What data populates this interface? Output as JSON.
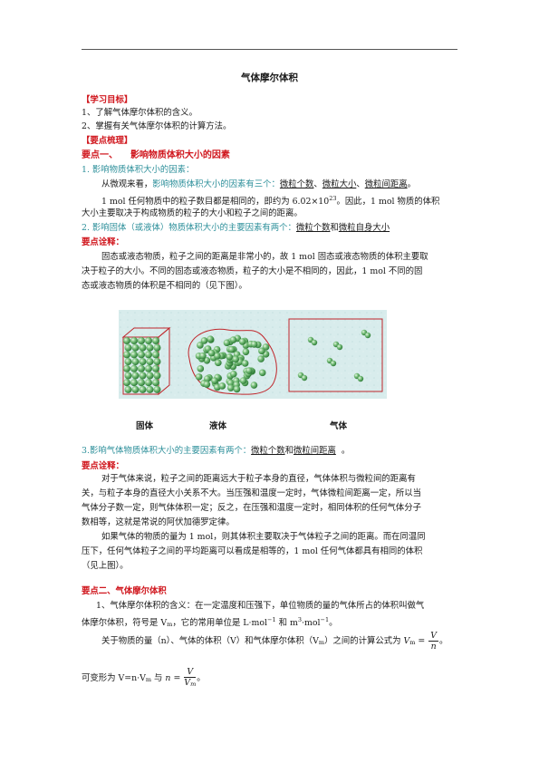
{
  "title": "气体摩尔体积",
  "sec_study_goal": "【学习目标】",
  "goal_1": "1、了解气体摩尔体积的含义。",
  "goal_2": "2、掌握有关气体摩尔体积的计算方法。",
  "sec_key_points": "【要点梳理】",
  "kp1": {
    "label": "要点一、",
    "title": "影响物质体积大小的因素"
  },
  "p1_heading": "1. 影响物质体积大小的因素：",
  "p1_line1_pre": "从微观来看，",
  "p1_line1_teal": "影响物质体积大小的因素有三个：",
  "p1_factor1": "微粒个数",
  "p1_factor2": "微粒大小",
  "p1_factor3": "微粒间距离",
  "sep_comma": "、",
  "end_period": "。",
  "p1_line2_a": "1 mol 任何物质中的粒子数目都是相同的，即约为 6.02×10",
  "p1_line2_exp": "23",
  "p1_line2_b": "。因此，1 mol 物质的体积",
  "p1_line3": "大小主要取决于构成物质的粒子的大小和粒子之间的距离。",
  "p2_teal": "2. 影响固体（或液体）物质体积大小的主要因素有两个：",
  "p2_factor1": "微粒个数",
  "and_word": "和",
  "p2_factor2": "微粒自身大小",
  "explain_label": "要点诠释：",
  "e1_line1": "固态或液态物质，粒子之间的距离是非常小的，故 1 mol 固态或液态物质的体积主要取",
  "e1_line2": "决于粒子的大小。不同的固态或液态物质，粒子的大小是不相同的，因此，1 mol 不同的固",
  "e1_line3": "态或液态物质的体积是不相同的（见下图）。",
  "fig_labels": {
    "solid": "固体",
    "liquid": "液体",
    "gas": "气体"
  },
  "p3_teal": "3.影响气体物质体积大小的主要因素有两个：",
  "p3_factor1": "微粒个数",
  "p3_factor2": "微粒间距离",
  "p3_end": "。",
  "e2_line1": "对于气体来说，粒子之间的距离远大于粒子本身的直径，气体体积与微粒间的距离有",
  "e2_line2": "关，与粒子本身的直径大小关系不大。当压强和温度一定时，气体微粒间距离一定，所以当",
  "e2_line3": "气体分子数一定，则气体体积一定；反之，在压强和温度一定时，相同体积的任何气体分子",
  "e2_line4": "数相等，这就是常说的阿伏加德罗定律。",
  "e2_line5": "如果气体的物质的量为 1 mol，则其体积主要取决于气体粒子之间的距离。而在同温同",
  "e2_line6": "压下，任何气体粒子之间的平均距离可以看成是相等的，1 mol 任何气体都具有相同的体积",
  "e2_line7": "（见上图）。",
  "kp2_title": "要点二、气体摩尔体积",
  "k2_line1": "1、气体摩尔体积的含义：在一定温度和压强下，单位物质的量的气体所占的体积叫做气",
  "k2_line2_a": "体摩尔体积，符号是 V",
  "sub_m": "m",
  "k2_line2_b": "，它的常用单位是 L·mol",
  "sup_neg1": "−1",
  "k2_line2_c": " 和 m",
  "sup_3": "3",
  "k2_line2_d": "·mol",
  "k2_line2_e": "。",
  "k2_line3_a": "关于物质的量（n）、气体的体积（V）和气体摩尔体积（V",
  "k2_line3_b": "）之间的计算公式为",
  "f_V": "V",
  "f_n": "n",
  "f_eq": " = ",
  "k2_line3_c": "。",
  "k2_line4_a": "可变形为 V=n·V",
  "k2_line4_b": " 与 ",
  "k2_line4_c": "。",
  "colors": {
    "red": "#d0161d",
    "teal": "#2c8f9a",
    "particle": "#5aa860"
  }
}
